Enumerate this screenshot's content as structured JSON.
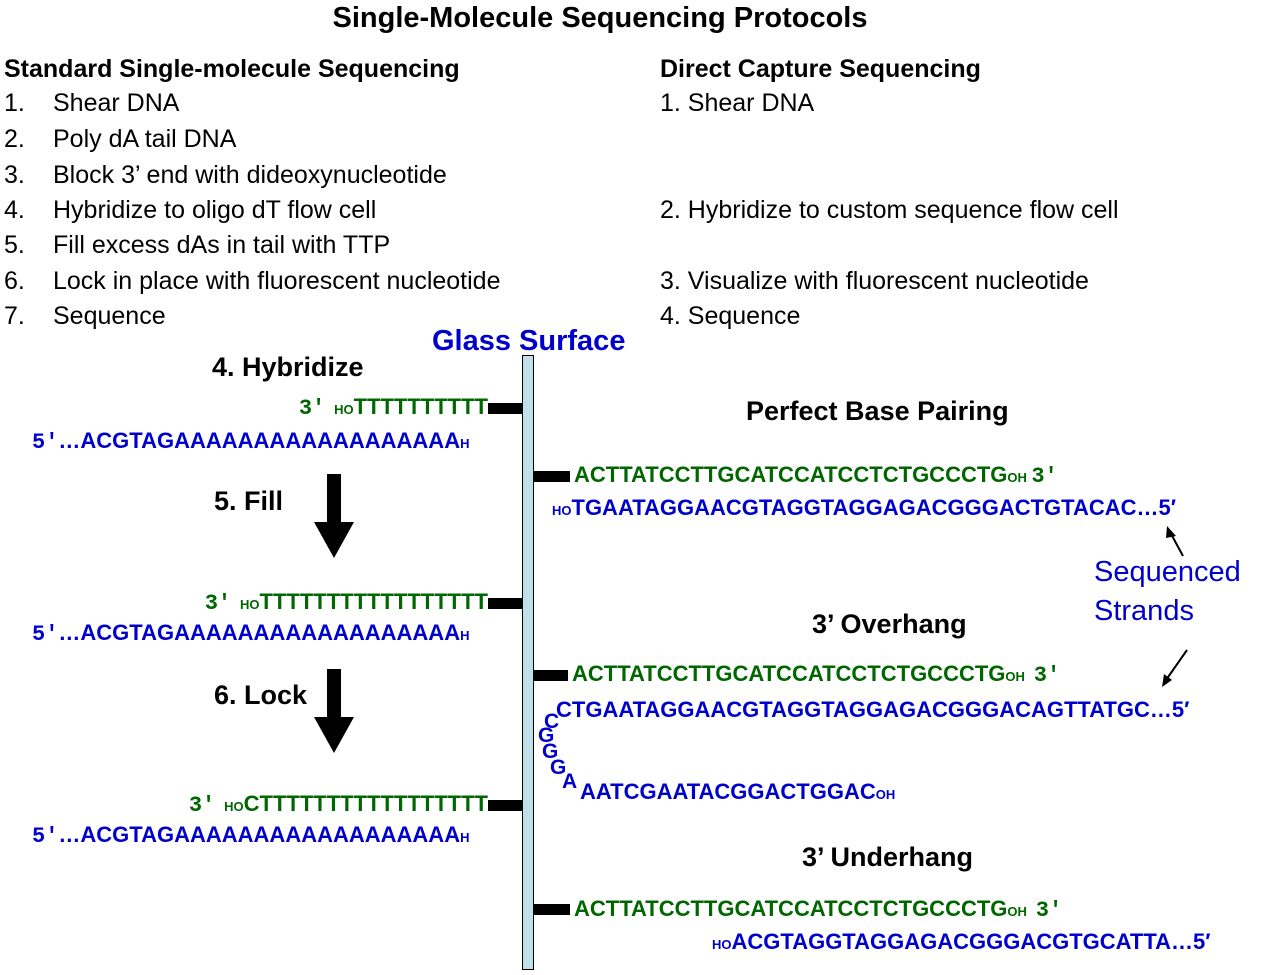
{
  "title": "Single-Molecule Sequencing Protocols",
  "standard": {
    "heading": "Standard Single-molecule Sequencing",
    "steps": [
      {
        "n": "1.",
        "t": "Shear DNA"
      },
      {
        "n": "2.",
        "t": "Poly dA tail DNA"
      },
      {
        "n": "3.",
        "t": "Block 3’ end with dideoxynucleotide"
      },
      {
        "n": "4.",
        "t": "Hybridize to oligo dT flow cell"
      },
      {
        "n": "5.",
        "t": "Fill excess dAs in tail with TTP"
      },
      {
        "n": "6.",
        "t": "Lock in place with fluorescent nucleotide"
      },
      {
        "n": "7.",
        "t": "Sequence"
      }
    ]
  },
  "direct": {
    "heading": "Direct Capture Sequencing",
    "steps": [
      "1. Shear DNA",
      "2. Hybridize to custom sequence flow cell",
      "3. Visualize with fluorescent nucleotide",
      "4. Sequence"
    ]
  },
  "glass_surface": "Glass Surface",
  "left_panels": {
    "hybridize": {
      "label": "4. Hybridize",
      "top_prime": "3′",
      "top_ho": "HO",
      "top_seq": "TTTTTTTTTT",
      "bottom_prime": "5′",
      "bottom_seq": "…ACGTAGAAAAAAAAAAAAAAAAAA",
      "bottom_sub": "H"
    },
    "fill": {
      "label": "5. Fill",
      "top_prime": "3′",
      "top_ho": "HO",
      "top_seq": "TTTTTTTTTTTTTTTTT",
      "bottom_prime": "5′",
      "bottom_seq": "…ACGTAGAAAAAAAAAAAAAAAAAA",
      "bottom_sub": "H"
    },
    "lock": {
      "label": "6. Lock",
      "top_prime": "3′",
      "top_ho": "HO",
      "top_seq": "CTTTTTTTTTTTTTTTTT",
      "bottom_prime": "5′",
      "bottom_seq": "…ACGTAGAAAAAAAAAAAAAAAAAA",
      "bottom_sub": "H"
    }
  },
  "right_panels": {
    "perfect": {
      "label": "Perfect Base Pairing",
      "top_seq": "ACTTATCCTTGCATCCATCCTCTGCCCTG",
      "top_oh": "OH",
      "top_prime": "3′",
      "bottom_ho": "HO",
      "bottom_seq": "TGAATAGGAACGTAGGTAGGAGACGGGACTGTACAC…5′"
    },
    "overhang": {
      "label": "3’ Overhang",
      "top_seq": "ACTTATCCTTGCATCCATCCTCTGCCCTG",
      "top_oh": "OH",
      "top_prime": "3′",
      "bottom_seq": "CTGAATAGGAACGTAGGTAGGAGACGGGACAGTTATGC…5′",
      "loop": [
        "C",
        "G",
        "G",
        "G",
        "A"
      ],
      "tail_seq": "AATCGAATACGGACTGGAC",
      "tail_oh": "OH"
    },
    "underhang": {
      "label": "3’ Underhang",
      "top_seq": "ACTTATCCTTGCATCCATCCTCTGCCCTG",
      "top_oh": "OH",
      "top_prime": "3′",
      "bottom_ho": "HO",
      "bottom_seq": "ACGTAGGTAGGAGACGGGACGTGCATTA…5′"
    },
    "sequenced_strands": [
      "Sequenced",
      "Strands"
    ]
  },
  "colors": {
    "template": "#0000cc",
    "primer": "#006600",
    "glass": "#bfe0e8"
  }
}
